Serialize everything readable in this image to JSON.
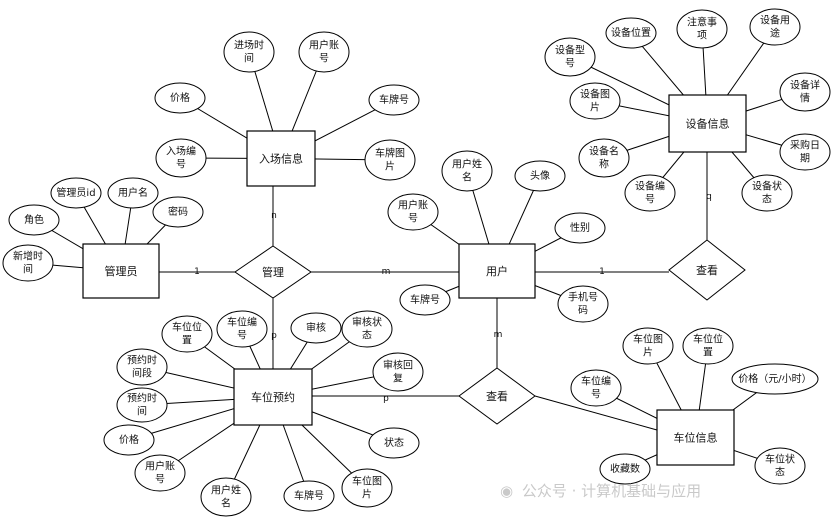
{
  "entities": {
    "entry_info": "入场信息",
    "admin": "管理员",
    "user": "用户",
    "device_info": "设备信息",
    "booking": "车位预约",
    "spot_info": "车位信息"
  },
  "relations": {
    "manage": "管理",
    "view_device": "查看",
    "view_spot": "查看"
  },
  "cardinalities": {
    "entry_n": "n",
    "admin_1": "1",
    "manage_m": "m",
    "booking_p": "p",
    "user_1": "1",
    "device_q": "q",
    "user_m": "m",
    "booking_p2": "p"
  },
  "attributes": {
    "entry_info": [
      [
        "进场时",
        "间"
      ],
      [
        "用户账",
        "号"
      ],
      [
        "价格"
      ],
      [
        "车牌号"
      ],
      [
        "入场编",
        "号"
      ],
      [
        "车牌图",
        "片"
      ]
    ],
    "admin": [
      [
        "管理员id"
      ],
      [
        "用户名"
      ],
      [
        "角色"
      ],
      [
        "密码"
      ],
      [
        "新增时",
        "间"
      ]
    ],
    "user": [
      [
        "用户姓",
        "名"
      ],
      [
        "头像"
      ],
      [
        "用户账",
        "号"
      ],
      [
        "性别"
      ],
      [
        "车牌号"
      ],
      [
        "手机号",
        "码"
      ]
    ],
    "device_info": [
      [
        "设备位置"
      ],
      [
        "注意事",
        "项"
      ],
      [
        "设备用",
        "途"
      ],
      [
        "设备型",
        "号"
      ],
      [
        "设备详",
        "情"
      ],
      [
        "设备图",
        "片"
      ],
      [
        "采购日",
        "期"
      ],
      [
        "设备名",
        "称"
      ],
      [
        "设备编",
        "号"
      ],
      [
        "设备状",
        "态"
      ]
    ],
    "booking": [
      [
        "车位位",
        "置"
      ],
      [
        "车位编",
        "号"
      ],
      [
        "审核"
      ],
      [
        "审核状",
        "态"
      ],
      [
        "预约时",
        "间段"
      ],
      [
        "审核回",
        "复"
      ],
      [
        "预约时",
        "间"
      ],
      [
        "价格"
      ],
      [
        "状态"
      ],
      [
        "用户账",
        "号"
      ],
      [
        "用户姓",
        "名"
      ],
      [
        "车牌号"
      ],
      [
        "车位图",
        "片"
      ]
    ],
    "spot_info": [
      [
        "车位图",
        "片"
      ],
      [
        "车位位",
        "置"
      ],
      [
        "车位编",
        "号"
      ],
      [
        "价格（元/小时）"
      ],
      [
        "收藏数"
      ],
      [
        "车位状",
        "态"
      ]
    ]
  },
  "watermark": {
    "icon": "wechat-icon",
    "text": "公众号 · 计算机基础与应用"
  }
}
